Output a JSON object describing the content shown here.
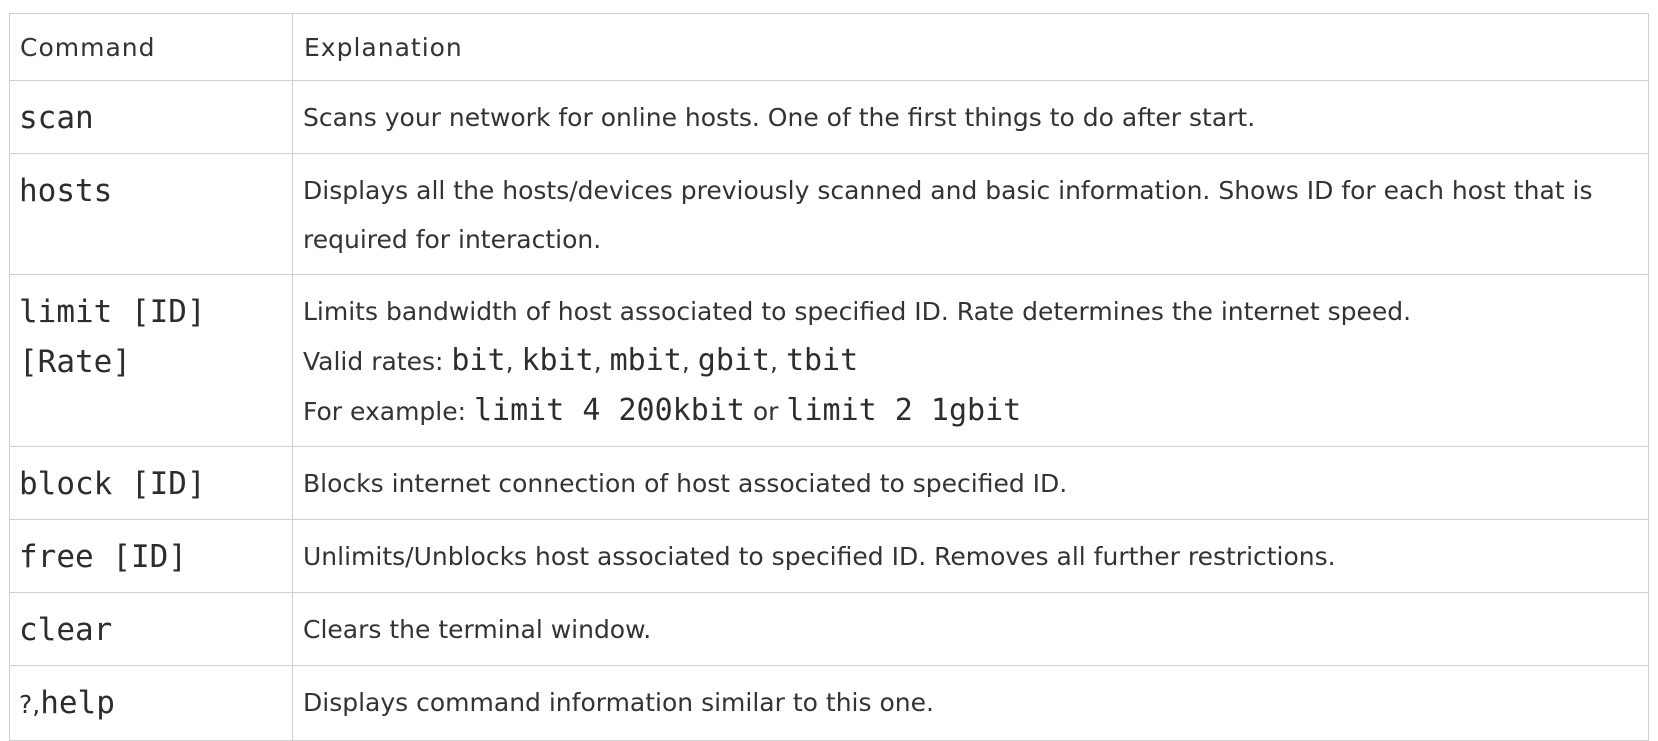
{
  "table": {
    "headers": {
      "command": "Command",
      "explanation": "Explanation"
    },
    "rows": [
      {
        "command_lines": [
          "scan"
        ],
        "explanation": "Scans your network for online hosts. One of the first things to do after start."
      },
      {
        "command_lines": [
          "hosts"
        ],
        "explanation": "Displays all the hosts/devices previously scanned and basic information. Shows ID for each host that is required for interaction."
      },
      {
        "command_lines": [
          "limit [ID]",
          "[Rate]"
        ],
        "explanation_line1": "Limits bandwidth of host associated to specified ID. Rate determines the internet speed.",
        "valid_rates_label": "Valid rates:",
        "rates": [
          "bit",
          "kbit",
          "mbit",
          "gbit",
          "tbit"
        ],
        "rate_separator": ",",
        "example_label": "For example:",
        "example_1": "limit 4 200kbit",
        "example_or": "or",
        "example_2": "limit 2 1gbit"
      },
      {
        "command_lines": [
          "block [ID]"
        ],
        "explanation": "Blocks internet connection of host associated to specified ID."
      },
      {
        "command_lines": [
          "free [ID]"
        ],
        "explanation": "Unlimits/Unblocks host associated to specified ID. Removes all further restrictions."
      },
      {
        "command_lines": [
          "clear"
        ],
        "explanation": "Clears the terminal window."
      },
      {
        "command_prefix": "?,",
        "command_lines": [
          "help"
        ],
        "explanation": "Displays command information similar to this one."
      }
    ]
  }
}
